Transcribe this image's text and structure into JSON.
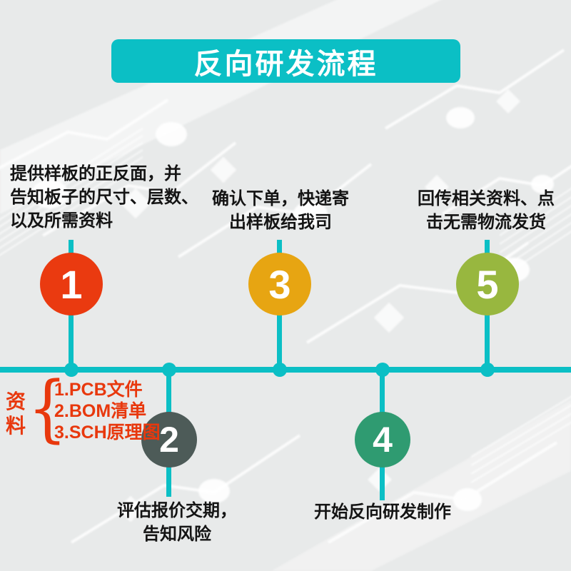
{
  "page": {
    "title": "反向研发流程"
  },
  "colors": {
    "accent_teal": "#0bbfc5",
    "step1_red": "#ea3a10",
    "step2_slate": "#4d5b58",
    "step3_amber": "#e7a512",
    "step4_green": "#2f9b71",
    "step5_olive": "#98b73f",
    "materials_red": "#e8380d",
    "text_black": "#141414"
  },
  "steps": [
    {
      "number": "1",
      "lines": [
        "提供样板的正反面，并",
        "告知板子的尺寸、层数、",
        "以及所需资料"
      ]
    },
    {
      "number": "2",
      "lines": [
        "评估报价交期，",
        "告知风险"
      ]
    },
    {
      "number": "3",
      "lines": [
        "确认下单，快递寄",
        "出样板给我司"
      ]
    },
    {
      "number": "4",
      "lines": [
        "开始反向研发制作"
      ]
    },
    {
      "number": "5",
      "lines": [
        "回传相关资料、点",
        "击无需物流发货"
      ]
    }
  ],
  "materials": {
    "label_vertical_1": "资",
    "label_vertical_2": "料",
    "brace": "{",
    "items": [
      "1.PCB文件",
      "2.BOM清单",
      "3.SCH原理图"
    ]
  }
}
